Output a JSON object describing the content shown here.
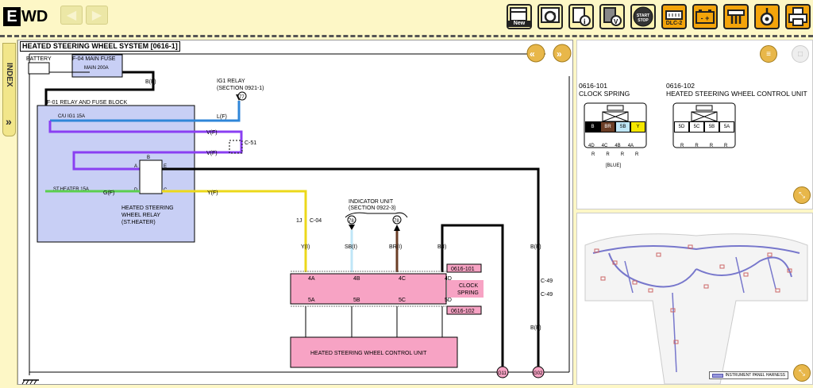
{
  "app": {
    "logo_letter": "E",
    "logo_rest": "WD"
  },
  "toolbar": {
    "back_glyph": "◀",
    "forward_glyph": "▶",
    "buttons": [
      {
        "name": "new-button",
        "label": "New"
      },
      {
        "name": "refresh-button",
        "label": ""
      },
      {
        "name": "info-button",
        "label": ""
      },
      {
        "name": "voltage-button",
        "label": ""
      },
      {
        "name": "start-stop-button",
        "label": "START STOP"
      },
      {
        "name": "dlc2-button",
        "label": "DLC-2"
      },
      {
        "name": "battery-button",
        "label": "- +"
      },
      {
        "name": "harness-button",
        "label": ""
      },
      {
        "name": "ground-button",
        "label": ""
      },
      {
        "name": "print-button",
        "label": ""
      }
    ]
  },
  "sidebar": {
    "index_label": "INDEX",
    "expand_glyph": "»"
  },
  "diagram": {
    "title": "HEATED STEERING WHEEL SYSTEM [0616-1]",
    "battery": "BATTERY",
    "main_fuse_title": "F-04  MAIN FUSE",
    "main_fuse_value": "MAIN 200A",
    "relay_block": "F-01  RELAY AND FUSE BLOCK",
    "ig1_relay": "IG1 RELAY",
    "ig1_section": "(SECTION 0921-1)",
    "ig1_ref": "77",
    "cu_ig1_fuse": "C/U IG1 15A",
    "st_heater_fuse": "ST.HEATER 15A",
    "relay_name_1": "HEATED STEERING",
    "relay_name_2": "WHEEL RELAY",
    "relay_name_3": "(ST.HEATER)",
    "relay_pins": {
      "a": "A",
      "b": "B",
      "d": "D",
      "c": "C",
      "e": "E"
    },
    "wire_bf_1": "B(F)",
    "wire_lf": "L(F)",
    "wire_vf_1": "V(F)",
    "wire_vf_2": "V(F)",
    "wire_gf": "G(F)",
    "wire_yf": "Y(F)",
    "connector_c51": "C-51",
    "connector_c04": "C-04",
    "pin_1j": "1J",
    "indicator_unit": "INDICATOR UNIT",
    "indicator_section": "(SECTION 0922-3)",
    "indicator_ref_1": "78",
    "indicator_ref_2": "78",
    "wire_yi": "Y(I)",
    "wire_sbi": "SB(I)",
    "wire_bri": "BR(I)",
    "wire_bi": "B(I)",
    "wire_bf_2": "B(F)",
    "wire_bf_3": "B(F)",
    "connector_c49_a": "C-49",
    "connector_c49_b": "C-49",
    "clock_spring_conn": "0616-101",
    "control_unit_conn": "0616-102",
    "clock_spring_1": "CLOCK",
    "clock_spring_2": "SPRING",
    "pins_top": [
      "4A",
      "4B",
      "4C",
      "4D"
    ],
    "pins_bottom": [
      "5A",
      "5B",
      "5C",
      "5D"
    ],
    "control_unit": "HEATED STEERING WHEEL CONTROL UNIT",
    "ground_1": "G11",
    "ground_2": "G02"
  },
  "connectors": {
    "c1_id": "0616-101",
    "c1_name": "CLOCK SPRING",
    "c1_cells": [
      "B",
      "BR",
      "SB",
      "Y"
    ],
    "c1_cell_colors": [
      "#000000",
      "#6b3e26",
      "#bfe6f7",
      "#f5e700"
    ],
    "c1_pins": [
      "4D",
      "4C",
      "4B",
      "4A"
    ],
    "c1_rs": [
      "R",
      "R",
      "R",
      "R"
    ],
    "c1_color": "[BLUE]",
    "c2_id": "0616-102",
    "c2_name": "HEATED STEERING WHEEL CONTROL UNIT",
    "c2_cells": [
      "5D",
      "5C",
      "5B",
      "5A"
    ],
    "c2_rs": [
      "R",
      "R",
      "R",
      "R"
    ]
  },
  "location": {
    "legend": "INSTRUMENT PANEL HARNESS"
  },
  "colors": {
    "relay_block": "#c8cff5",
    "clock_spring": "#f7a3c4",
    "blue_wire": "#2f86d8",
    "violet_wire": "#8a3ff2",
    "green_wire": "#5bcf4e",
    "yellow_wire": "#ecd81a"
  }
}
